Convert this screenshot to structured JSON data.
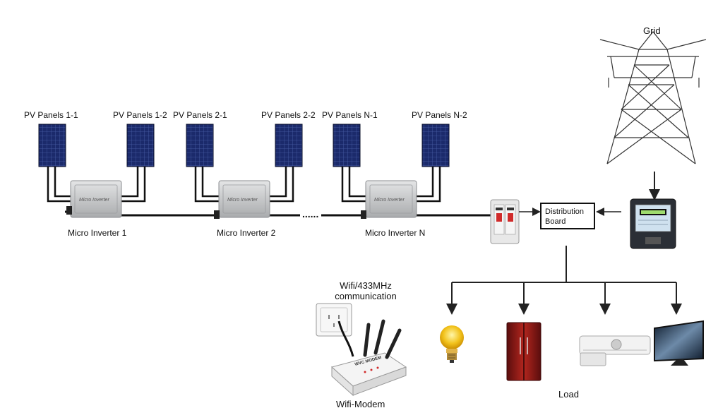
{
  "labels": {
    "pv_1_1": "PV Panels 1-1",
    "pv_1_2": "PV Panels 1-2",
    "pv_2_1": "PV Panels 2-1",
    "pv_2_2": "PV Panels 2-2",
    "pv_n_1": "PV Panels N-1",
    "pv_n_2": "PV Panels N-2",
    "inv_1": "Micro Inverter 1",
    "inv_2": "Micro Inverter 2",
    "inv_n": "Micro Inverter N",
    "inverter_face": "Micro Inverter",
    "distribution": "Distribution\nBoard",
    "grid": "Grid",
    "wifi_comm": "Wifi/433MHz\ncommunication",
    "wifi_modem": "Wifi-Modem",
    "modem_brand": "WVC MODEM",
    "load": "Load",
    "dots": "......"
  },
  "colors": {
    "panel": "#1b2a6b",
    "panel_grid": "#5a6db8",
    "inverter": "#c8cacc",
    "cable": "#111111",
    "arrow": "#222222"
  },
  "icons": [
    "solar-panel-icon",
    "micro-inverter-icon",
    "circuit-breaker-icon",
    "power-tower-icon",
    "energy-meter-icon",
    "wall-socket-icon",
    "modem-icon",
    "light-bulb-icon",
    "refrigerator-icon",
    "air-conditioner-icon",
    "tv-icon"
  ]
}
